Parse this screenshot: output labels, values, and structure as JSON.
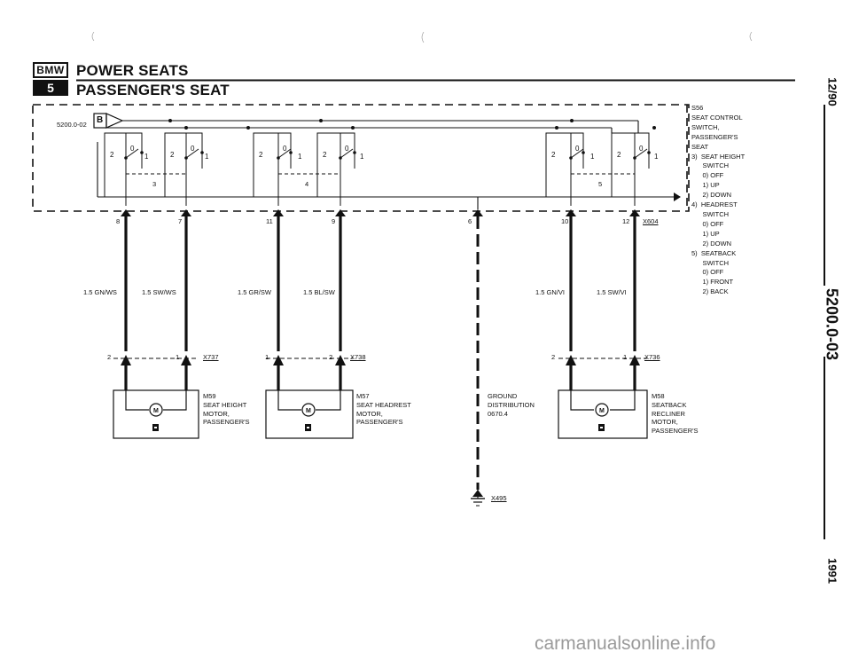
{
  "header": {
    "logo_top": "BMW",
    "logo_bottom": "5",
    "title": "POWER SEATS",
    "subtitle": "PASSENGER'S SEAT"
  },
  "side": {
    "date": "12/90",
    "page": "5200.0-03",
    "year": "1991"
  },
  "diagram": {
    "ref": "5200.0-02",
    "connector_b": "B",
    "switches": [
      "3",
      "4",
      "5"
    ],
    "pins": [
      "8",
      "7",
      "11",
      "9",
      "6",
      "10",
      "12"
    ],
    "connector_x604": "X604",
    "wires": [
      "1.5 GN/WS",
      "1.5 SW/WS",
      "1.5 GR/SW",
      "1.5 BL/SW",
      "1.5 GN/VI",
      "1.5 SW/VI"
    ],
    "motor_pins": [
      "2",
      "1",
      "1",
      "2",
      "2",
      "1"
    ],
    "connectors": [
      "X737",
      "X738",
      "X736"
    ],
    "motors": [
      {
        "id": "M59",
        "l1": "SEAT HEIGHT",
        "l2": "MOTOR,",
        "l3": "PASSENGER'S"
      },
      {
        "id": "M57",
        "l1": "SEAT HEADREST",
        "l2": "MOTOR,",
        "l3": "PASSENGER'S"
      },
      {
        "id": "M58",
        "l1": "SEATBACK",
        "l2": "RECLINER",
        "l3": "MOTOR,",
        "l4": "PASSENGER'S"
      }
    ],
    "ground": {
      "l1": "GROUND",
      "l2": "DISTRIBUTION",
      "l3": "0670.4",
      "conn": "X495"
    },
    "legend": [
      "S56",
      "SEAT CONTROL",
      "SWITCH,",
      "PASSENGER'S",
      "SEAT",
      "3)  SEAT HEIGHT",
      "      SWITCH",
      "      0) OFF",
      "      1) UP",
      "      2) DOWN",
      "4)  HEADREST",
      "      SWITCH",
      "      0) OFF",
      "      1) UP",
      "      2) DOWN",
      "5)  SEATBACK",
      "      SWITCH",
      "      0) OFF",
      "      1) FRONT",
      "      2) BACK"
    ]
  },
  "watermark": "carmanualsonline.info"
}
